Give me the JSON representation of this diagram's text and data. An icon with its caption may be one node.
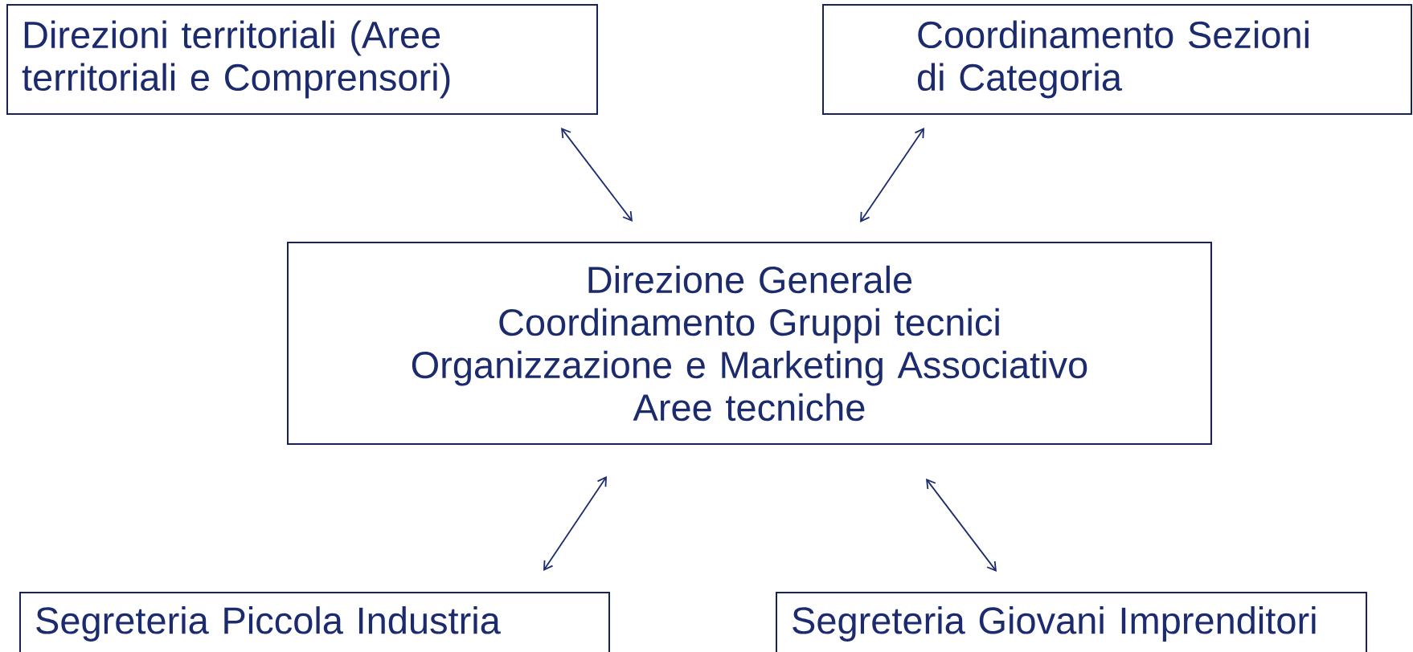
{
  "diagram": {
    "nodes": [
      {
        "text": [
          "Direzioni territoriali (Aree territoriali e Comprensori)"
        ]
      },
      {
        "text": [
          "Coordinamento Sezioni di Categoria"
        ]
      },
      {
        "text": [
          "Direzione Generale",
          "Coordinamento Gruppi tecnici",
          "Organizzazione e Marketing Associativo",
          "Aree tecniche"
        ]
      },
      {
        "text": [
          "Segreteria Piccola Industria"
        ]
      },
      {
        "text": [
          "Segreteria Giovani Imprenditori"
        ]
      }
    ],
    "edges": [
      {
        "from": 0,
        "to": 2,
        "arrow": "both"
      },
      {
        "from": 1,
        "to": 2,
        "arrow": "both"
      },
      {
        "from": 2,
        "to": 3,
        "arrow": "both"
      },
      {
        "from": 2,
        "to": 4,
        "arrow": "both"
      }
    ]
  }
}
